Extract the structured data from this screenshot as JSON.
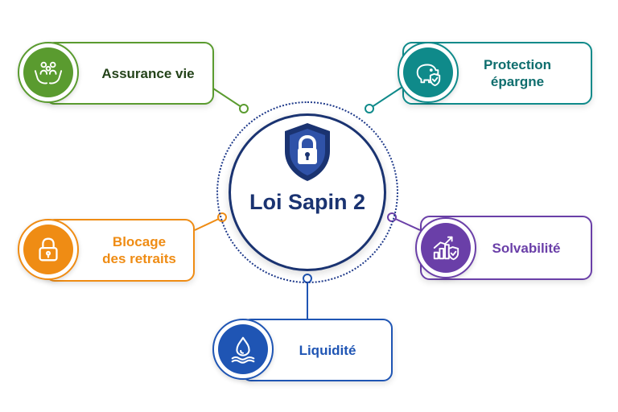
{
  "center": {
    "title": "Loi Sapin 2",
    "color": "#1a3371",
    "icon": "shield-lock-icon"
  },
  "nodes": [
    {
      "label": "Assurance vie",
      "color": "#5a9b2f",
      "icon": "family-hands-icon"
    },
    {
      "label": "Protection\népargne",
      "color": "#0f8a8a",
      "icon": "piggy-bank-shield-icon"
    },
    {
      "label": "Blocage\ndes retraits",
      "color": "#ef8c14",
      "icon": "padlock-icon"
    },
    {
      "label": "Solvabilité",
      "color": "#6a3fa8",
      "icon": "growth-chart-shield-icon"
    },
    {
      "label": "Liquidité",
      "color": "#1f55b4",
      "icon": "water-drop-icon"
    }
  ]
}
